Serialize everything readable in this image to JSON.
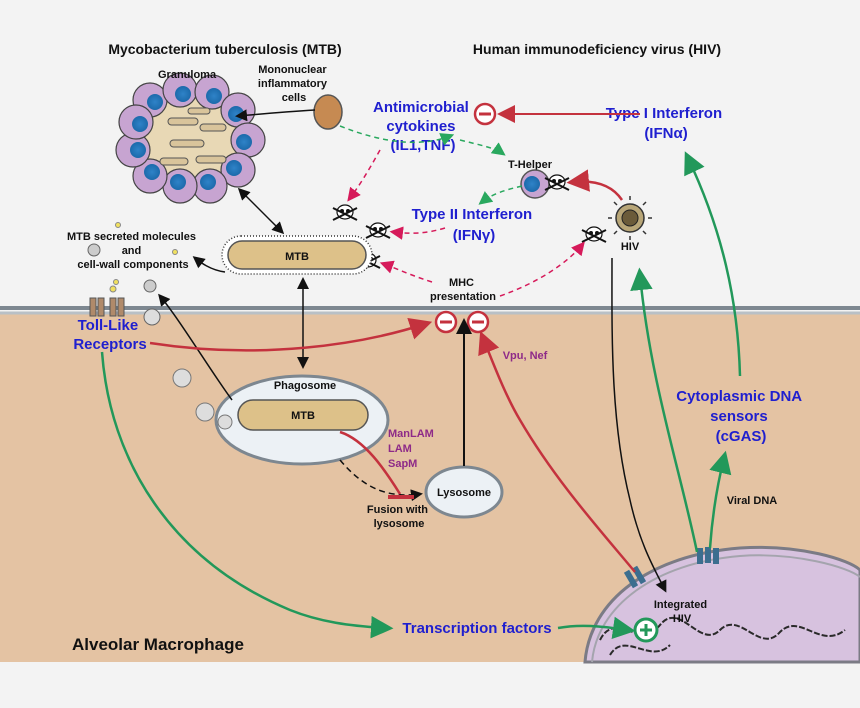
{
  "titles": {
    "mtb": "Mycobacterium tuberculosis (MTB)",
    "hiv": "Human immunodeficiency virus (HIV)"
  },
  "labels": {
    "granuloma": "Granuloma",
    "mononuclear": [
      "Mononuclear",
      "inflammatory",
      "cells"
    ],
    "antimicrobial": [
      "Antimicrobial",
      "cytokines",
      "(IL1,TNF)"
    ],
    "type1": [
      "Type I Interferon",
      "(IFNα)"
    ],
    "thelper": "T-Helper",
    "type2": [
      "Type II Interferon",
      "(IFNγ)"
    ],
    "hiv": "HIV",
    "mtb_secreted": [
      "MTB secreted molecules",
      "and",
      "cell-wall components"
    ],
    "mtb": "MTB",
    "mhc": [
      "MHC",
      "presentation"
    ],
    "tlr": [
      "Toll-Like",
      "Receptors"
    ],
    "vpu": "Vpu, Nef",
    "phagosome": "Phagosome",
    "phagosome_mtb": "MTB",
    "manlam": [
      "ManLAM",
      "LAM",
      "SapM"
    ],
    "lysosome": "Lysosome",
    "fusion": [
      "Fusion with",
      "lysosome"
    ],
    "cdna": [
      "Cytoplasmic DNA",
      "sensors",
      "(cGAS)"
    ],
    "viral_dna": "Viral DNA",
    "integrated": [
      "Integrated",
      "HIV"
    ],
    "transcription": "Transcription factors",
    "macrophage": "Alveolar Macrophage"
  },
  "colors": {
    "cell": "#e4c3a3",
    "nucleus": "#d7c2df",
    "blue_text": "#1f1fcf",
    "purple_text": "#8e2a88",
    "green": "#22985a",
    "red": "#c4323e",
    "pink": "#d61a5a"
  }
}
